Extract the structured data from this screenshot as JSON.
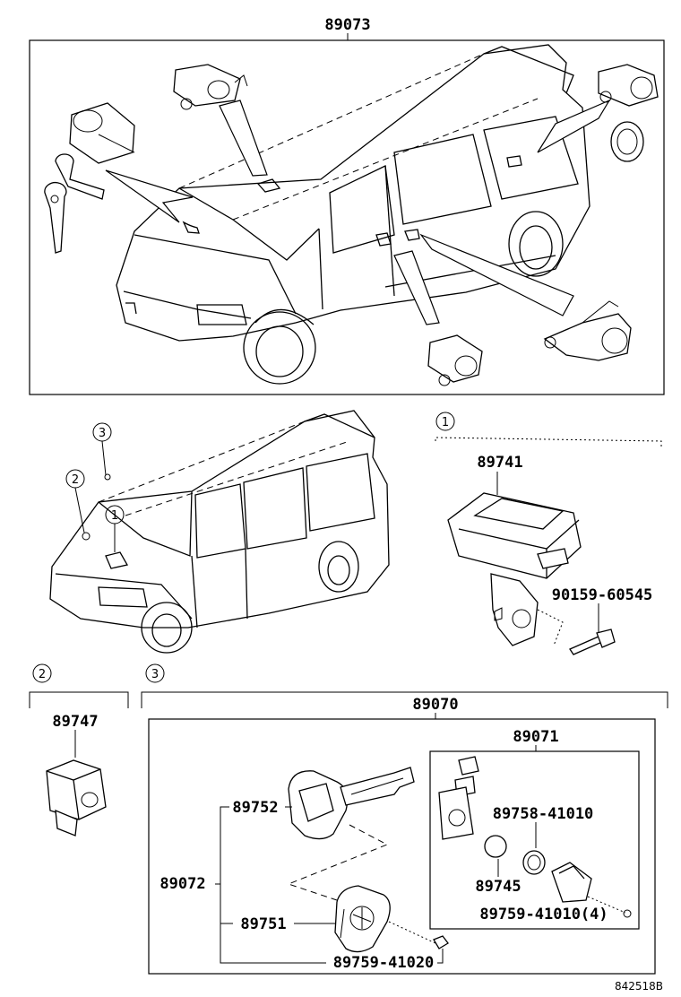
{
  "labels": {
    "top_assembly": "89073",
    "ecu": "89741",
    "ecu_bolt": "90159-60545",
    "sensor": "89747",
    "kit": "89070",
    "transponder_kit": "89071",
    "key_plate": "89752",
    "key_set": "89072",
    "key_cover": "89751",
    "key_screw": "89759-41020",
    "cap_ring": "89758-41010",
    "coil": "89745",
    "cover_screw": "89759-41010(4)"
  },
  "callouts": {
    "c1": "1",
    "c2": "2",
    "c3": "3",
    "sec1": "1",
    "sec2": "2",
    "sec3": "3"
  },
  "figure_id": "842518B"
}
